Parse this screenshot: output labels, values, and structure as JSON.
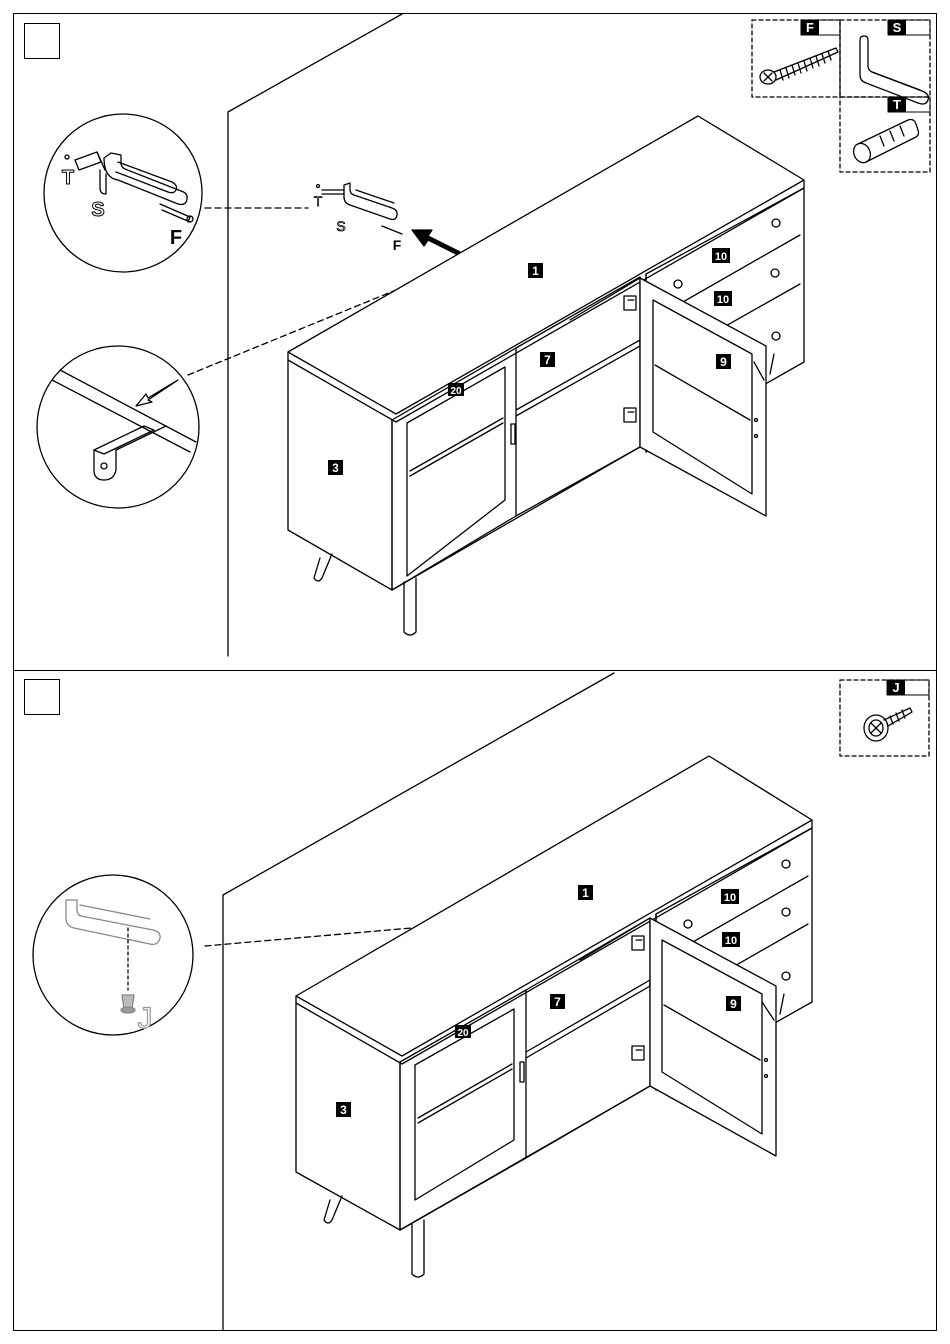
{
  "steps": [
    {
      "hardware": [
        {
          "code": "F",
          "quantity": ""
        },
        {
          "code": "S",
          "quantity": ""
        },
        {
          "code": "T",
          "quantity": ""
        }
      ],
      "callout_labels": {
        "t": "T",
        "s": "S",
        "f": "F"
      },
      "part_labels": {
        "top": "1",
        "side": "3",
        "shelf": "7",
        "door": "9",
        "drawer_a": "10",
        "drawer_b": "10",
        "glass": "20"
      }
    },
    {
      "hardware": [
        {
          "code": "J",
          "quantity": ""
        }
      ],
      "callout_labels": {
        "j": "J"
      },
      "part_labels": {
        "top": "1",
        "side": "3",
        "shelf": "7",
        "door": "9",
        "drawer_a": "10",
        "drawer_b": "10",
        "glass": "20"
      }
    }
  ]
}
